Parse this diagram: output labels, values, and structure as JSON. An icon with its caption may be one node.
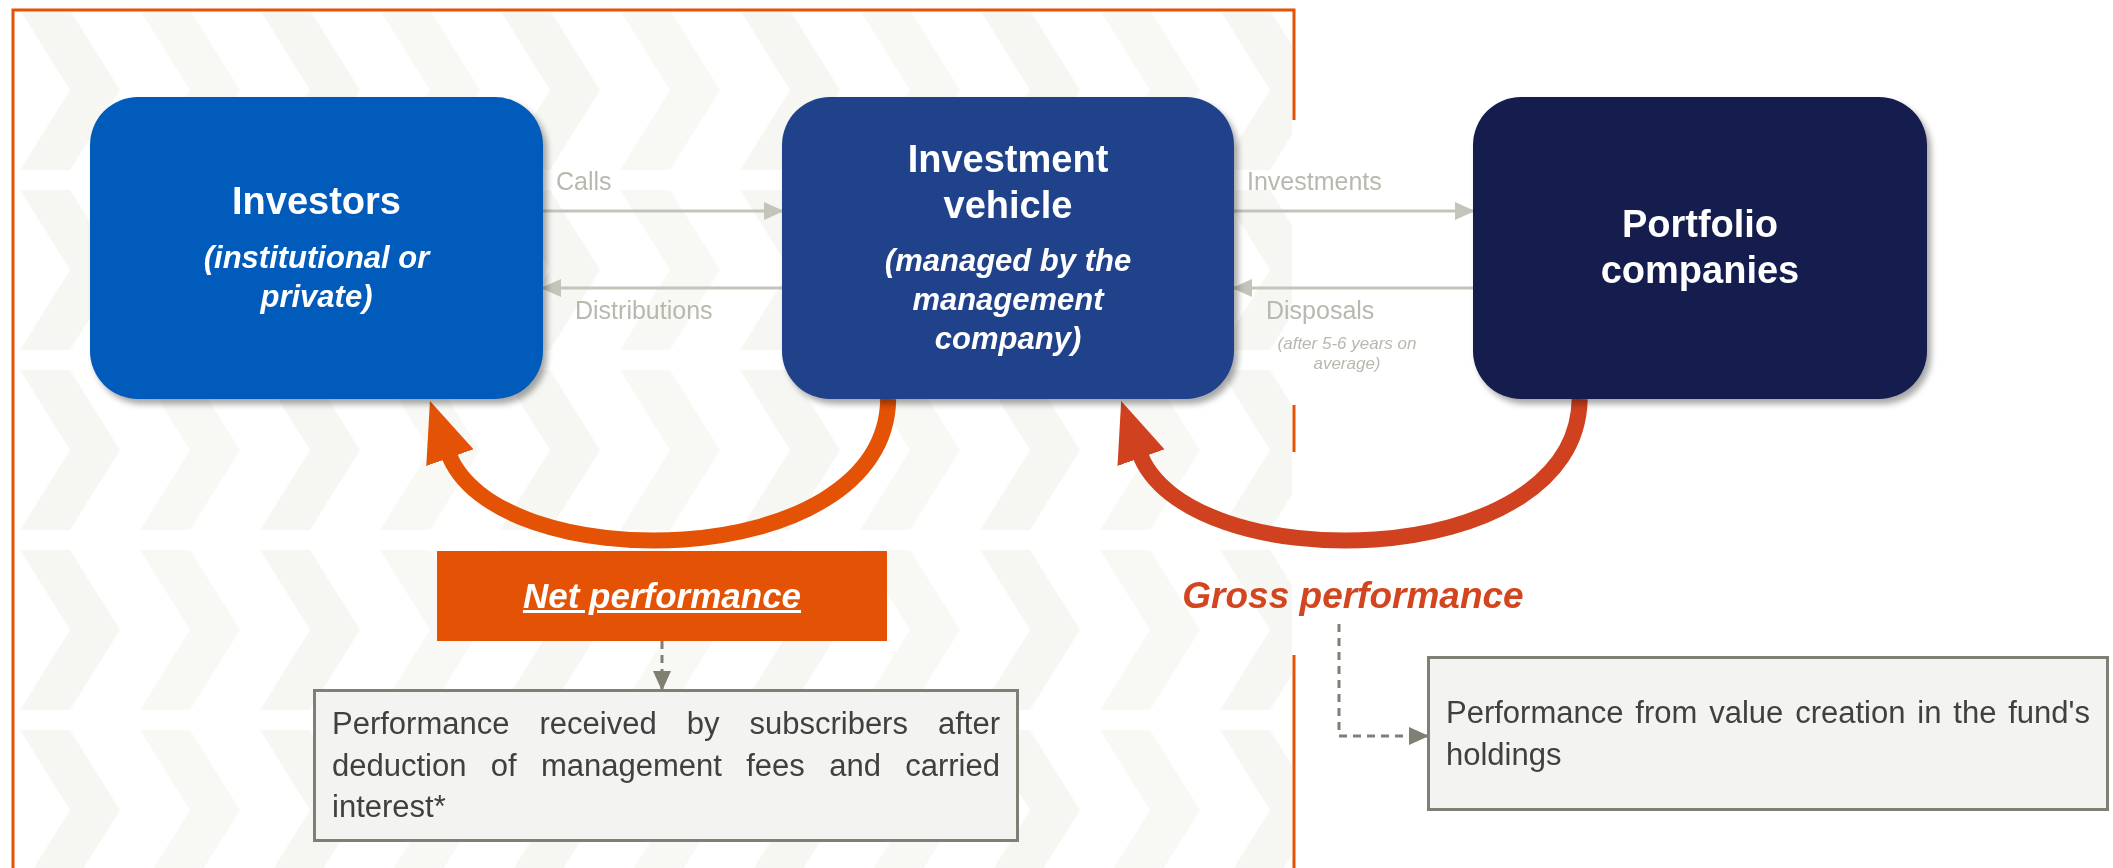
{
  "diagram": {
    "nodes": [
      {
        "text": [
          "Investors",
          "(institutional or private)"
        ]
      },
      {
        "text": [
          "Investment vehicle",
          "(managed by the management company)"
        ]
      },
      {
        "text": [
          "Portfolio companies"
        ]
      },
      {
        "text": [
          "Net performance"
        ]
      },
      {
        "text": [
          "Performance received by subscribers after deduction of management fees and carried interest*"
        ]
      },
      {
        "text": [
          "Gross performance"
        ]
      },
      {
        "text": [
          "Performance from value creation in the fund's holdings"
        ]
      }
    ],
    "edges": [
      {
        "from": 0,
        "to": 1,
        "arrow": "to",
        "label": "Calls"
      },
      {
        "from": 1,
        "to": 0,
        "arrow": "to",
        "label": "Distributions"
      },
      {
        "from": 1,
        "to": 2,
        "arrow": "to",
        "label": "Investments"
      },
      {
        "from": 2,
        "to": 1,
        "arrow": "to",
        "label": "Disposals"
      },
      {
        "from": 1,
        "to": 0,
        "arrow": "to",
        "style": "thick",
        "color": "#e35205"
      },
      {
        "from": 2,
        "to": 1,
        "arrow": "to",
        "style": "thick",
        "color": "#d0421f"
      },
      {
        "from": 3,
        "to": 4,
        "arrow": "to",
        "style": "dashed"
      },
      {
        "from": 5,
        "to": 6,
        "arrow": "to",
        "style": "dashed"
      }
    ],
    "labels": [
      "(after 5-6 years on average)"
    ]
  }
}
